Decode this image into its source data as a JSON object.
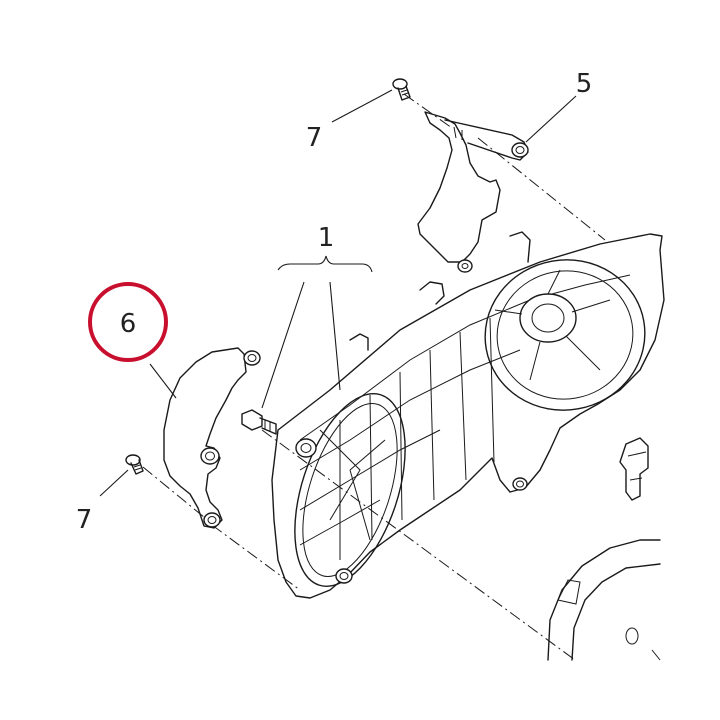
{
  "diagram": {
    "callouts": {
      "part_1": "1",
      "part_5": "5",
      "part_6": "6",
      "part_7_top": "7",
      "part_7_left": "7"
    },
    "highlight_color": "#c8102e",
    "line_color": "#1a1a1a",
    "background_color": "#ffffff"
  }
}
